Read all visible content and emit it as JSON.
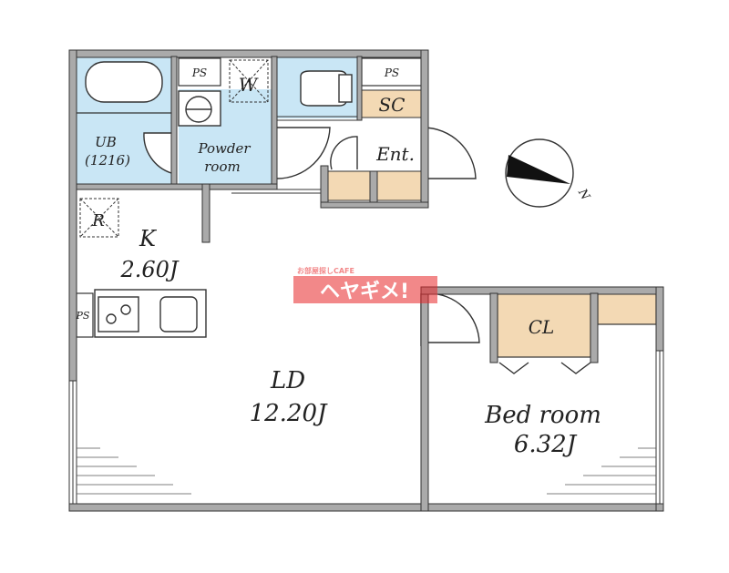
{
  "rooms": {
    "ub": {
      "name": "UB",
      "size": "(1216)"
    },
    "powder": {
      "line1": "Powder",
      "line2": "room"
    },
    "washer": "W",
    "ps_top_left": "PS",
    "ps_top_right": "PS",
    "ps_side": "PS",
    "sc": "SC",
    "entrance": "Ent.",
    "refrigerator": "R",
    "kitchen": {
      "name": "K",
      "size": "2.60J"
    },
    "ld": {
      "name": "LD",
      "size": "12.20J"
    },
    "closet": "CL",
    "bedroom": {
      "name": "Bed room",
      "size": "6.32J"
    }
  },
  "compass": {
    "north": "N"
  },
  "watermark": {
    "small": "お部屋探しCAFE",
    "big": "ヘヤギメ!"
  },
  "colors": {
    "wall": "#aaaaaa",
    "wet_area": "#c9e6f5",
    "storage": "#f3d9b4",
    "line": "#333333",
    "watermark": "#e8272a"
  }
}
